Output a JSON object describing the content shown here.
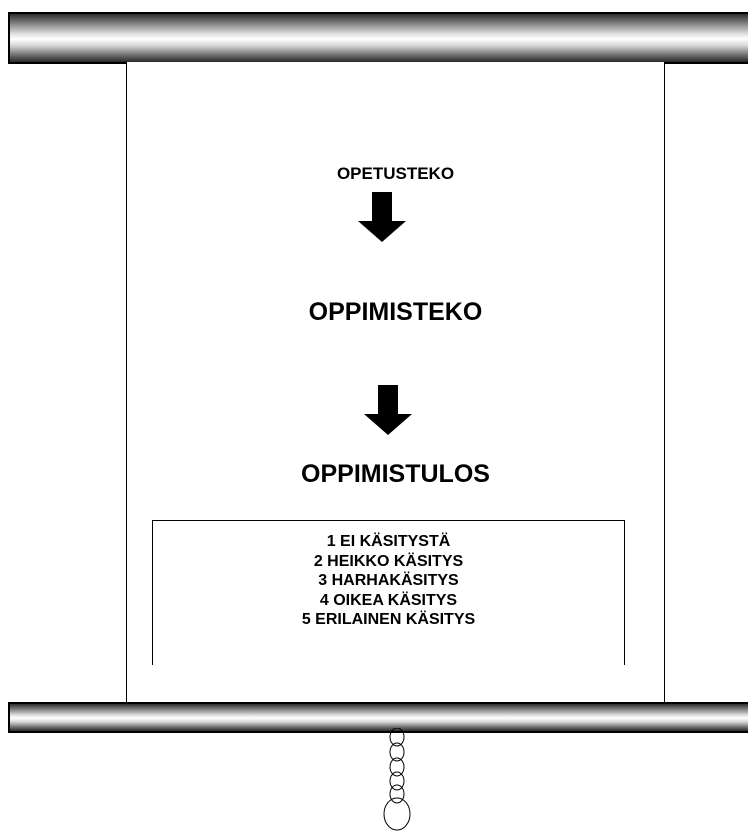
{
  "diagram": {
    "step_teaching": "OPETUSTEKO",
    "step_learning": "OPPIMISTEKO",
    "step_outcome": "OPPIMISTULOS",
    "outcome_levels": [
      "1 EI KÄSITYSTÄ",
      "2 HEIKKO KÄSITYS",
      "3 HARHAKÄSITYS",
      "4 OIKEA KÄSITYS",
      "5 ERILAINEN KÄSITYS"
    ]
  },
  "icons": {
    "arrow": "down-arrow-icon",
    "chain": "pull-chain-icon"
  },
  "colors": {
    "ink": "#000000",
    "background": "#ffffff"
  }
}
